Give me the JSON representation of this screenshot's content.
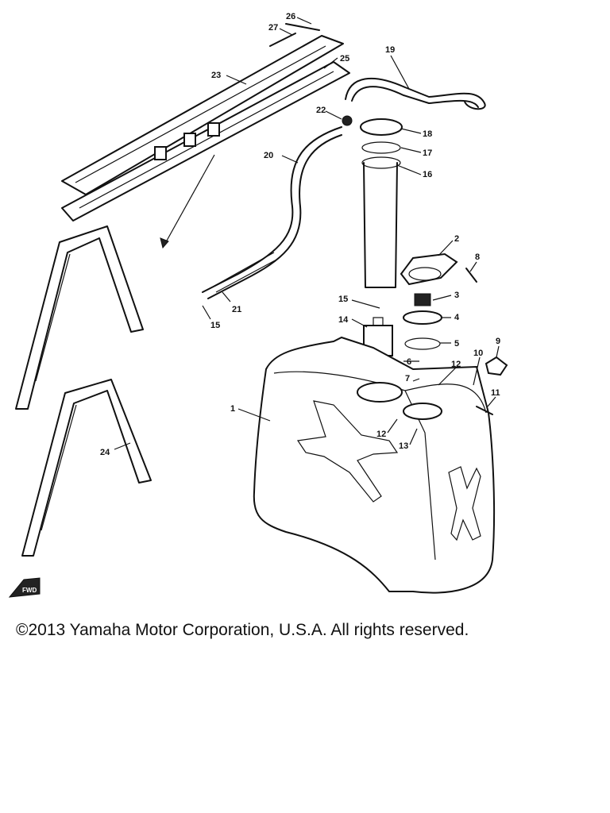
{
  "diagram": {
    "callouts": [
      "1",
      "2",
      "3",
      "4",
      "5",
      "6",
      "7",
      "8",
      "9",
      "10",
      "11",
      "12",
      "12",
      "13",
      "14",
      "15",
      "15",
      "16",
      "17",
      "18",
      "19",
      "20",
      "21",
      "22",
      "23",
      "24",
      "25",
      "26",
      "27"
    ],
    "fwd_mark": "FWD"
  },
  "footer": {
    "copyright": "©2013 Yamaha Motor Corporation, U.S.A. All rights reserved."
  }
}
